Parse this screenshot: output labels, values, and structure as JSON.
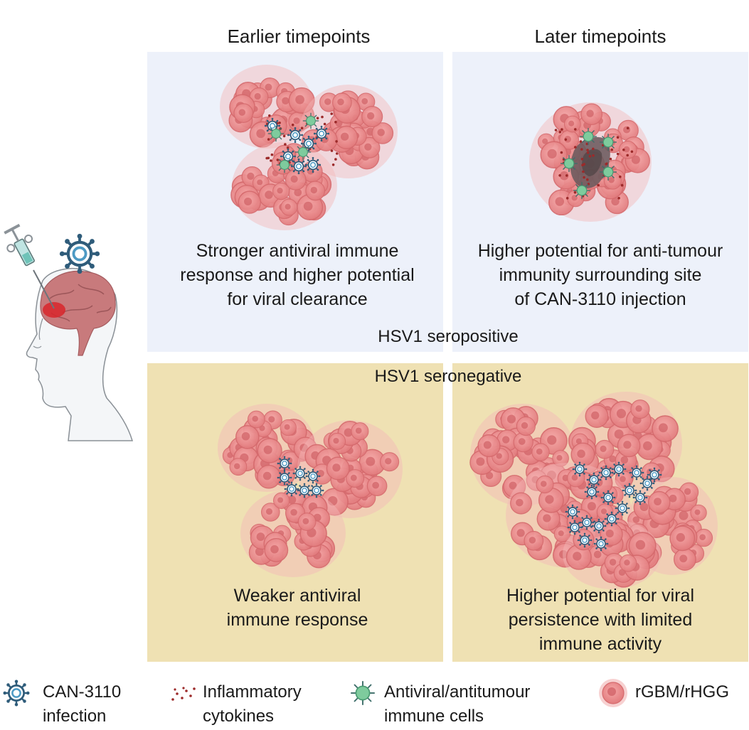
{
  "columns": {
    "earlier": "Earlier timepoints",
    "later": "Later timepoints"
  },
  "rows": {
    "seropositive": "HSV1 seropositive",
    "seronegative": "HSV1 seronegative"
  },
  "captions": {
    "pos_early": [
      "Stronger antiviral immune",
      "response and higher potential",
      "for viral clearance"
    ],
    "pos_late": [
      "Higher potential for anti-tumour",
      "immunity surrounding site",
      "of CAN-3110 injection"
    ],
    "neg_early": [
      "Weaker antiviral",
      "immune response"
    ],
    "neg_late": [
      "Higher potential for viral",
      "persistence with limited",
      "immune activity"
    ]
  },
  "legend": {
    "virus": [
      "CAN-3110",
      "infection"
    ],
    "cytokines": [
      "Inflammatory",
      "cytokines"
    ],
    "immune": [
      "Antiviral/antitumour",
      "immune cells"
    ],
    "tumour": [
      "rGBM/rHGG"
    ]
  },
  "colors": {
    "seropositive_bg": "#edf1fa",
    "seronegative_bg": "#efe1b3",
    "tumour": "#ee8f8f",
    "virus": "#2f5c7a",
    "immune": "#6fbf8f",
    "cytokine": "#9c2a2a"
  },
  "icons": [
    "syringe-icon",
    "virus-icon",
    "head-brain-icon",
    "immune-cell-icon",
    "cytokine-icon",
    "tumour-cell-icon"
  ]
}
